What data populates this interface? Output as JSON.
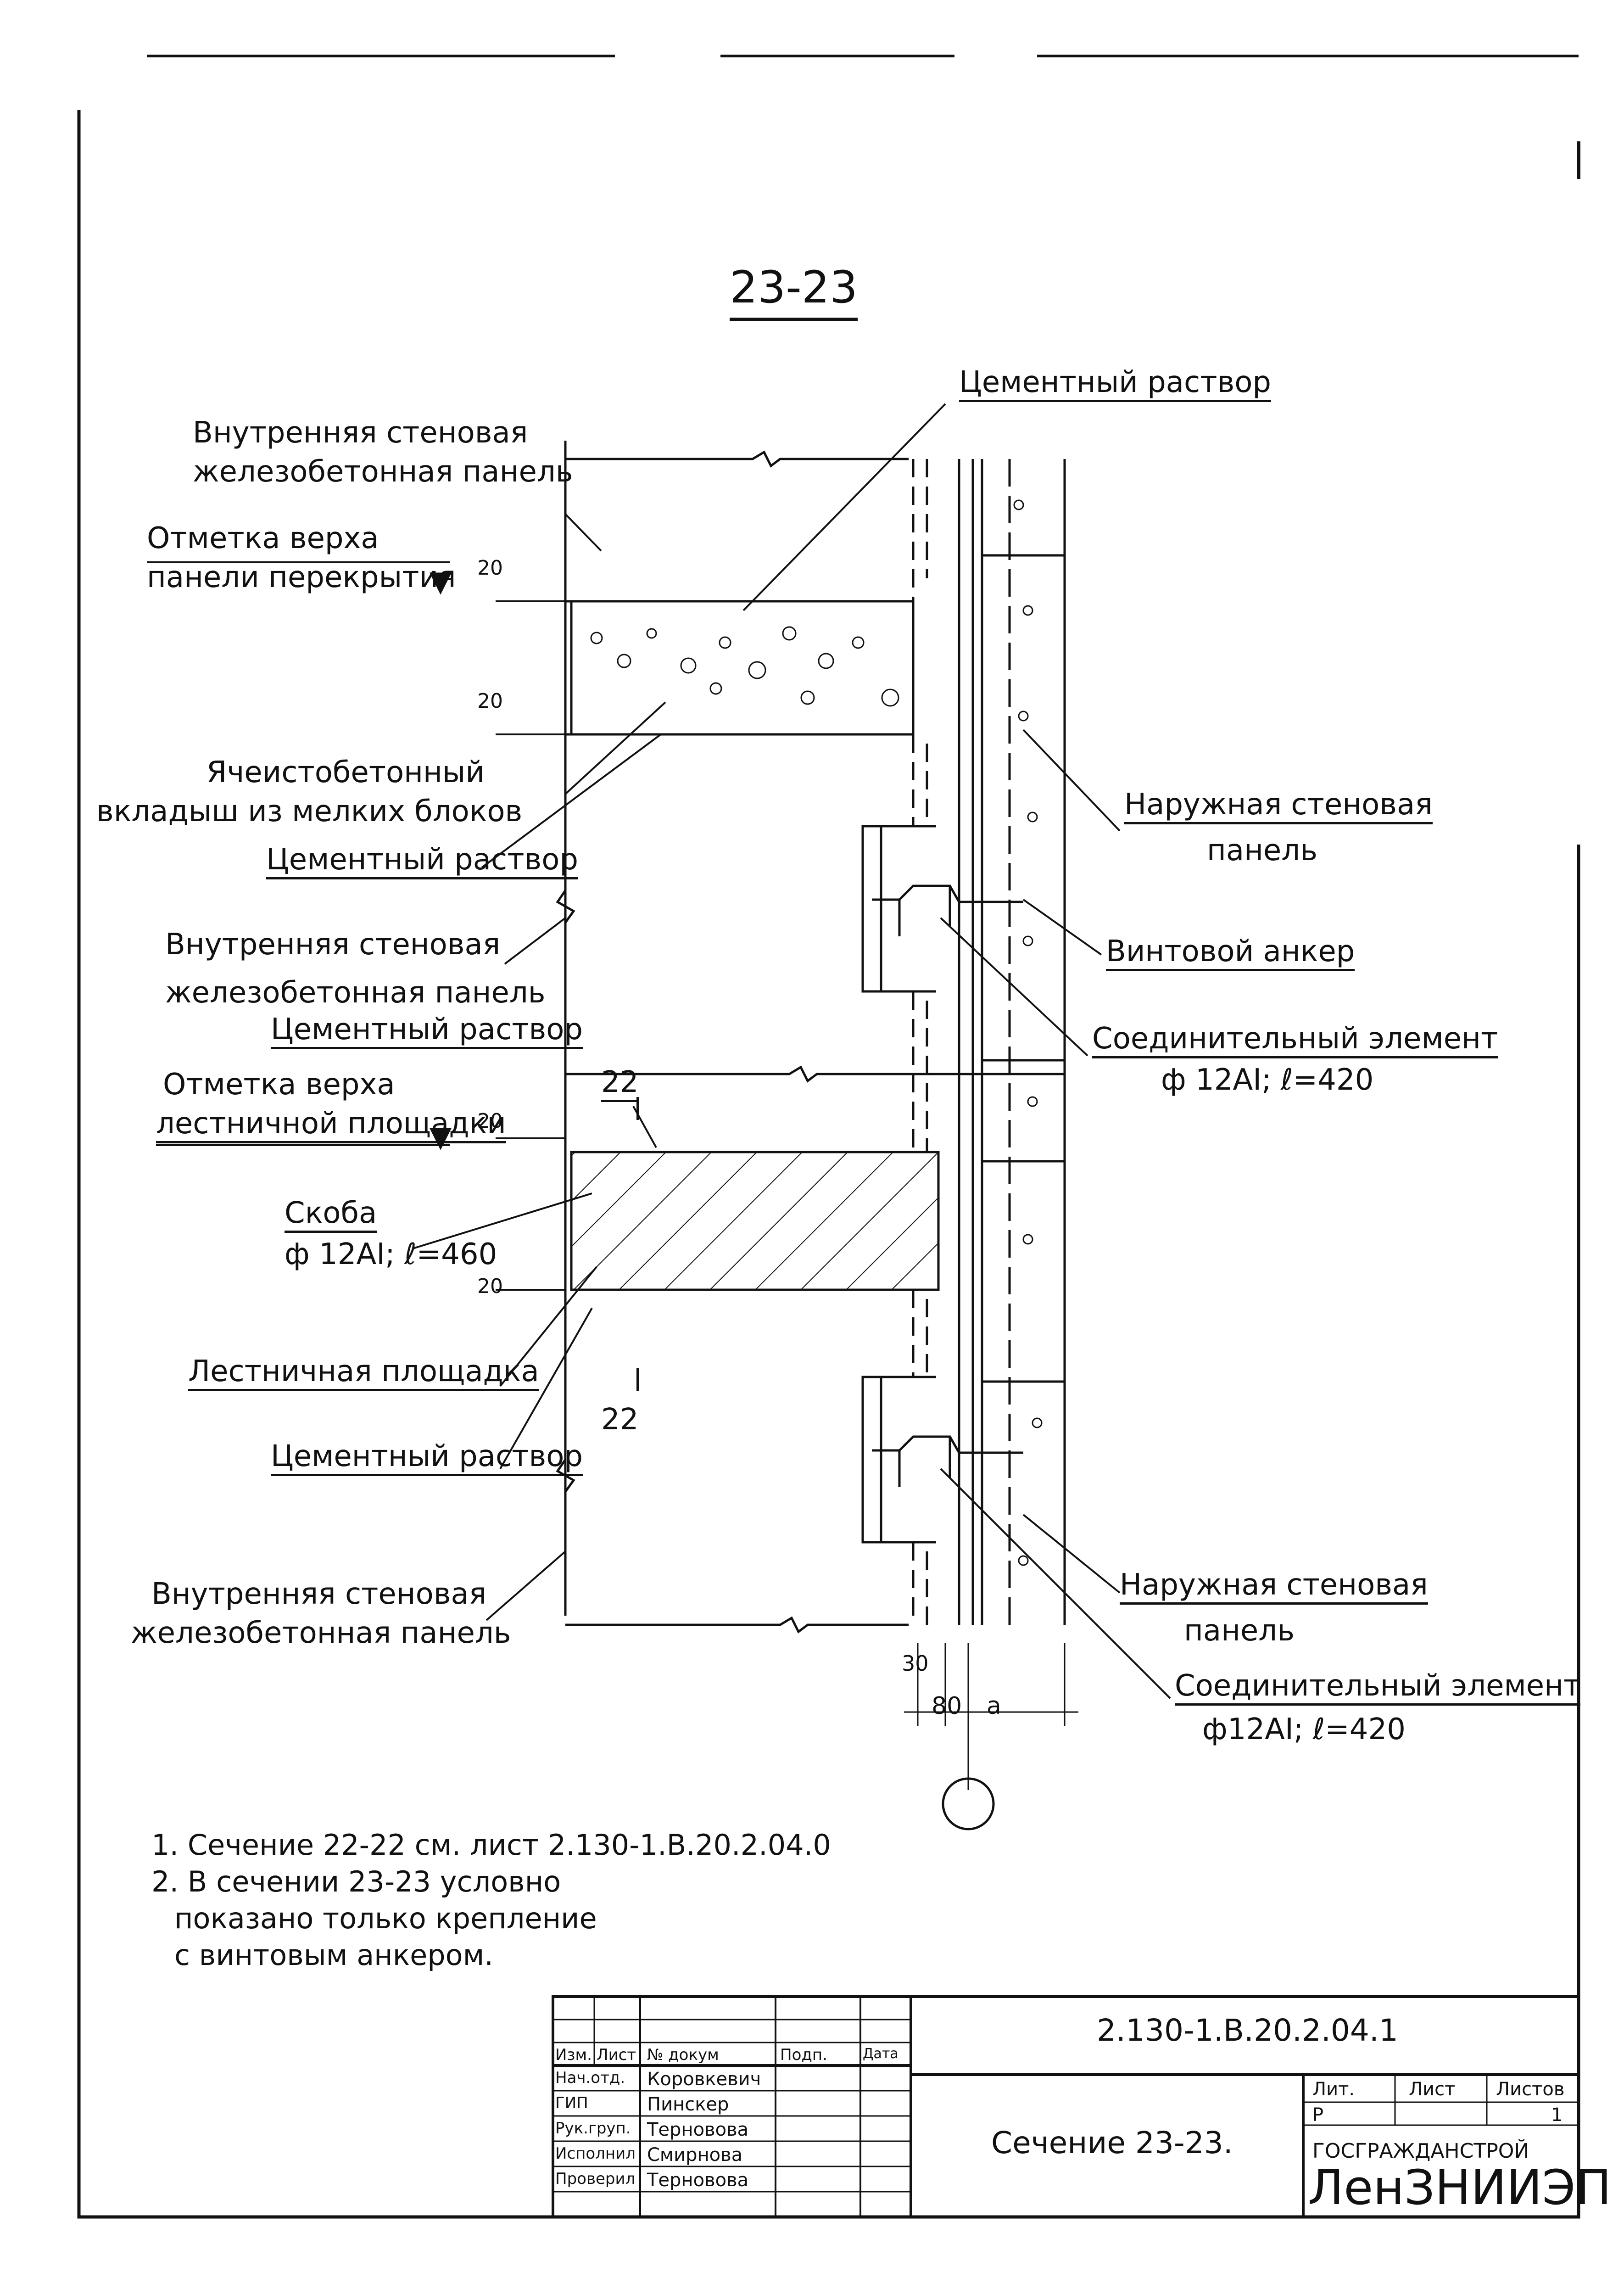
{
  "section_title": "23-23",
  "callouts": {
    "cement_mortar_1": "Цементный раствор",
    "inner_panel_1": [
      "Внутренняя стеновая",
      "железобетонная панель"
    ],
    "top_mark_slab": [
      "Отметка верха",
      "панели перекрытия"
    ],
    "dim_20_a": "20",
    "dim_20_b": "20",
    "cellular_insert": [
      "Ячеистобетонный",
      "вкладыш из мелких блоков"
    ],
    "cement_mortar_2": "Цементный раствор",
    "inner_panel_2": [
      "Внутренняя стеновая",
      "железобетонная панель"
    ],
    "cement_mortar_3": "Цементный раствор",
    "top_mark_landing": [
      "Отметка верха",
      "лестничной площадки"
    ],
    "dim_20_c": "20",
    "cut_label_top": "22",
    "bracket": [
      "Скоба",
      "ф 12AI; ℓ=460"
    ],
    "dim_20_d": "20",
    "stair_landing": "Лестничная площадка",
    "cut_label_bottom": "22",
    "cement_mortar_4": "Цементный раствор",
    "inner_panel_3": [
      "Внутренняя стеновая",
      "железобетонная панель"
    ],
    "outer_panel_1": [
      "Наружная стеновая",
      "панель"
    ],
    "screw_anchor": "Винтовой анкер",
    "connector_1": [
      "Соединительный элемент",
      "ф 12AI; ℓ=420"
    ],
    "outer_panel_2": [
      "Наружная стеновая",
      "панель"
    ],
    "connector_2": [
      "Соединительный элемент",
      "ф12AI; ℓ=420"
    ],
    "dim_30": "30",
    "dim_80": "80",
    "dim_a": "а"
  },
  "notes": [
    "1. Сечение 22-22 см. лист 2.130-1.В.20.2.04.0",
    "2. В сечении 23-23 условно",
    "показано только крепление",
    "с винтовым анкером."
  ],
  "title_block": {
    "doc_code": "2.130-1.В.20.2.04.1",
    "sheet_name": "Сечение 23-23.",
    "head": [
      "Изм.",
      "Лист",
      "№ докум",
      "Подп.",
      "Дата"
    ],
    "rows": [
      {
        "role": "Нач.отд.",
        "name": "Коровкевич"
      },
      {
        "role": "ГИП",
        "name": "Пинскер"
      },
      {
        "role": "Рук.груп.",
        "name": "Терновова"
      },
      {
        "role": "Исполнил",
        "name": "Смирнова"
      },
      {
        "role": "Проверил",
        "name": "Терновова"
      }
    ],
    "stage_head": [
      "Лит.",
      "Лист",
      "Листов"
    ],
    "stage": "Р",
    "sheet": "",
    "sheets": "1",
    "org_top": "ГОСГРАЖДАНСТРОЙ",
    "org_name": "ЛенЗНИИЭП"
  }
}
